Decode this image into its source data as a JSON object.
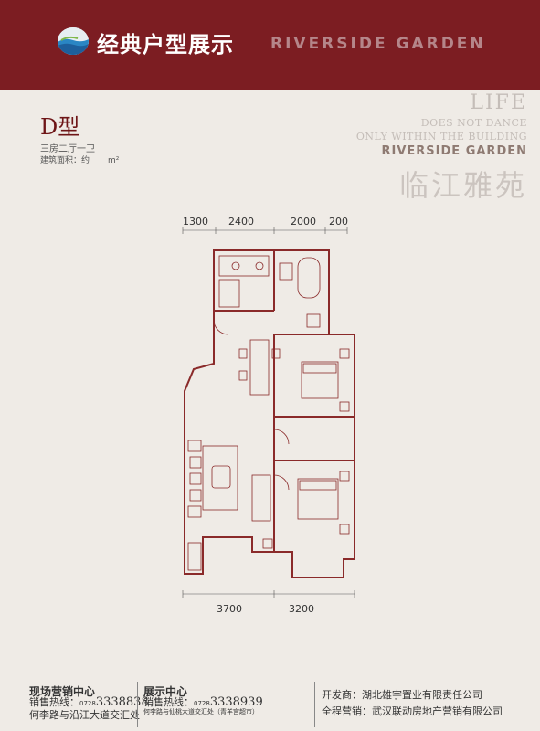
{
  "header": {
    "title": "经典户型展示",
    "subtitle": "RIVERSIDE GARDEN"
  },
  "plan": {
    "type": "D型",
    "description": "三房二厅一卫",
    "area_label": "建筑面积：约       m²"
  },
  "slogan": {
    "line1": "LIFE",
    "line2": "DOES NOT DANCE",
    "line3": "ONLY WITHIN THE BUILDING",
    "line4": "RIVERSIDE GARDEN",
    "line5": "临江雅苑"
  },
  "dimensions": {
    "top": [
      "1300",
      "2400",
      "2000",
      "200"
    ],
    "bottom": [
      "3700",
      "3200"
    ]
  },
  "footer": {
    "sales_center_title": "现场营销中心",
    "sales_hotline_label": "销售热线：",
    "sales_hotline_prefix": "0728",
    "sales_hotline_number": "3338838",
    "sales_address": "何李路与沿江大道交汇处",
    "show_center_title": "展示中心",
    "show_hotline_label": "销售热线：",
    "show_hotline_prefix": "0728",
    "show_hotline_number": "3338939",
    "show_address": "何李路与仙桃大道交汇处（青羊宫超市）",
    "developer_label": "开发商：",
    "developer": "湖北雄宇置业有限责任公司",
    "agent_label": "全程营销：",
    "agent": "武汉联动房地产营销有限公司"
  }
}
